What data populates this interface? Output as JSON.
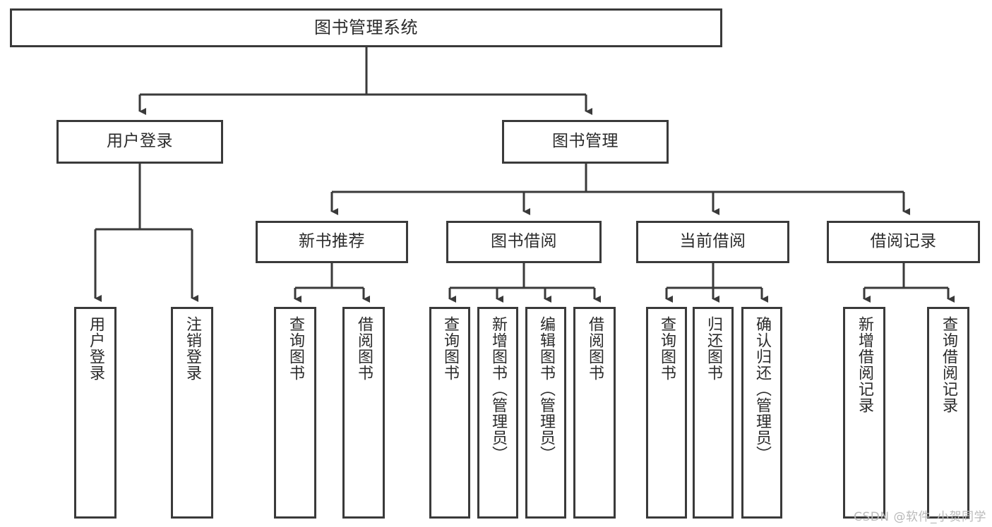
{
  "diagram": {
    "title": "图书管理系统",
    "type": "tree",
    "watermark": "CSDN @软件_小贺同学",
    "colors": {
      "background": "#ffffff",
      "box_border": "#3a3a3a",
      "box_fill": "#ffffff",
      "text": "#2b2b2b",
      "connector": "#3a3a3a",
      "watermark": "#b9b9b9"
    },
    "levels": {
      "root": {
        "label": "图书管理系统"
      },
      "level2": [
        {
          "label": "用户登录"
        },
        {
          "label": "图书管理"
        }
      ],
      "level3": [
        {
          "label": "新书推荐"
        },
        {
          "label": "图书借阅"
        },
        {
          "label": "当前借阅"
        },
        {
          "label": "借阅记录"
        }
      ]
    },
    "leaves": {
      "user_login": [
        {
          "label": "用户登录"
        },
        {
          "label": "注销登录"
        }
      ],
      "new_book_recommend": [
        {
          "label": "查询图书"
        },
        {
          "label": "借阅图书"
        }
      ],
      "book_borrow": [
        {
          "label": "查询图书"
        },
        {
          "label": "新增图书（管理员）"
        },
        {
          "label": "编辑图书（管理员）"
        },
        {
          "label": "借阅图书"
        }
      ],
      "current_borrow": [
        {
          "label": "查询图书"
        },
        {
          "label": "归还图书"
        },
        {
          "label": "确认归还（管理员）"
        }
      ],
      "borrow_record": [
        {
          "label": "新增借阅记录"
        },
        {
          "label": "查询借阅记录"
        }
      ]
    }
  }
}
